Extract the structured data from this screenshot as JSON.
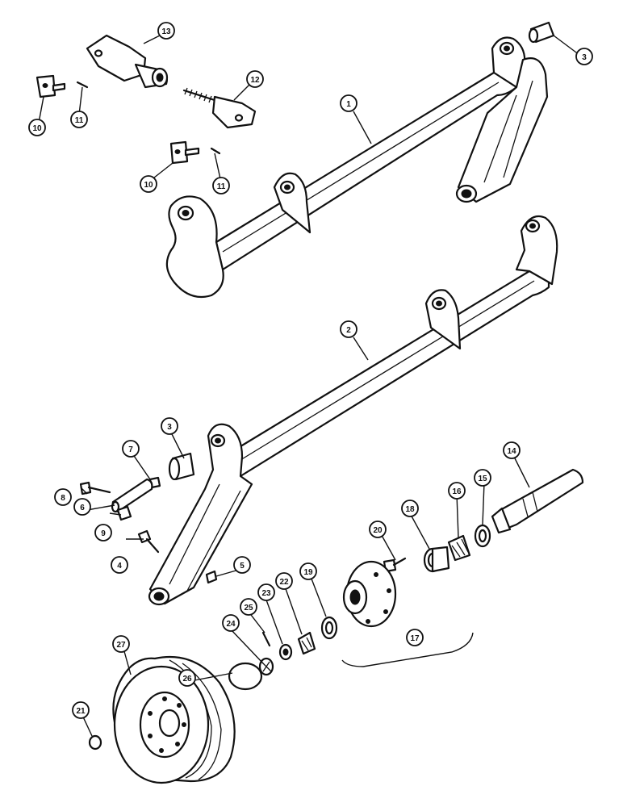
{
  "callouts": [
    {
      "id": "c1",
      "label": "1"
    },
    {
      "id": "c2",
      "label": "2"
    },
    {
      "id": "c3a",
      "label": "3"
    },
    {
      "id": "c3b",
      "label": "3"
    },
    {
      "id": "c4",
      "label": "4"
    },
    {
      "id": "c5",
      "label": "5"
    },
    {
      "id": "c6",
      "label": "6"
    },
    {
      "id": "c7",
      "label": "7"
    },
    {
      "id": "c8",
      "label": "8"
    },
    {
      "id": "c9",
      "label": "9"
    },
    {
      "id": "c10a",
      "label": "10"
    },
    {
      "id": "c10b",
      "label": "10"
    },
    {
      "id": "c11a",
      "label": "11"
    },
    {
      "id": "c11b",
      "label": "11"
    },
    {
      "id": "c12",
      "label": "12"
    },
    {
      "id": "c13",
      "label": "13"
    },
    {
      "id": "c14",
      "label": "14"
    },
    {
      "id": "c15",
      "label": "15"
    },
    {
      "id": "c16",
      "label": "16"
    },
    {
      "id": "c17",
      "label": "17"
    },
    {
      "id": "c18",
      "label": "18"
    },
    {
      "id": "c19",
      "label": "19"
    },
    {
      "id": "c20",
      "label": "20"
    },
    {
      "id": "c21",
      "label": "21"
    },
    {
      "id": "c22",
      "label": "22"
    },
    {
      "id": "c23",
      "label": "23"
    },
    {
      "id": "c24",
      "label": "24"
    },
    {
      "id": "c25",
      "label": "25"
    },
    {
      "id": "c26",
      "label": "26"
    },
    {
      "id": "c27",
      "label": "27"
    }
  ]
}
